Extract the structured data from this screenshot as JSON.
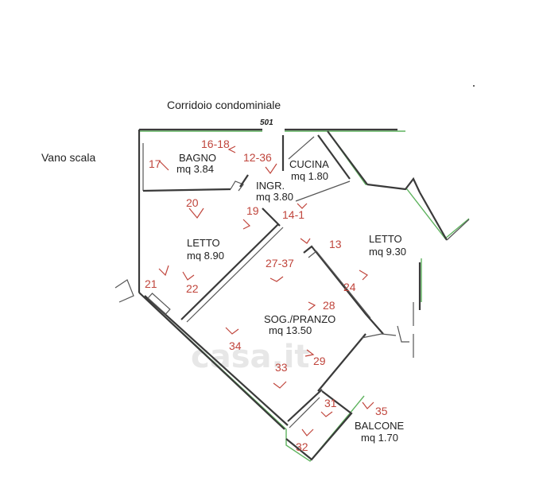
{
  "labels": {
    "corridor": "Corridoio condominiale",
    "unit": "501",
    "stair": "Vano scala"
  },
  "rooms": [
    {
      "name": "BAGNO",
      "area": "mq 3.84"
    },
    {
      "name": "CUCINA",
      "area": "mq 1.80"
    },
    {
      "name": "INGR.",
      "area": "mq 3.80"
    },
    {
      "name": "LETTO",
      "area": "mq 8.90"
    },
    {
      "name": "LETTO",
      "area": "mq 9.30"
    },
    {
      "name": "SOG./PRANZO",
      "area": "mq 13.50"
    },
    {
      "name": "BALCONE",
      "area": "mq 1.70"
    }
  ],
  "photo_points": [
    "16-18",
    "17",
    "12-36",
    "20",
    "19",
    "14-1",
    "13",
    "27-37",
    "21",
    "22",
    "24",
    "28",
    "34",
    "29",
    "33",
    "31",
    "35",
    "32"
  ],
  "watermark": "casa.it",
  "colors": {
    "walls": "#3a3a3a",
    "exterior": "#5fb35f",
    "markers": "#c0453c"
  }
}
